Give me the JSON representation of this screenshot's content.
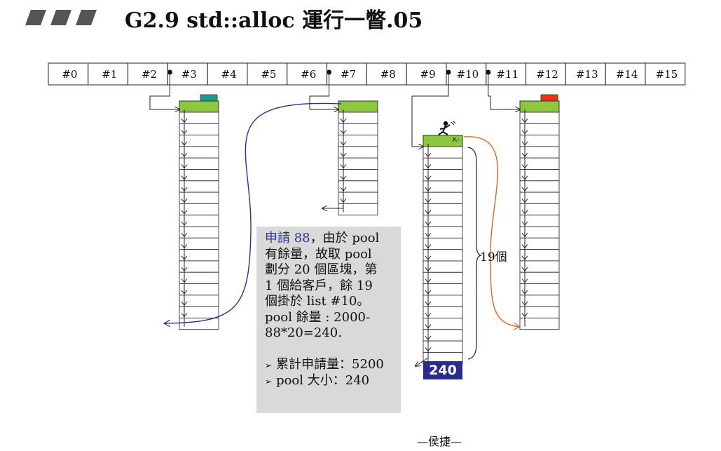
{
  "header": {
    "title": "G2.9 std::alloc 運行一瞥.05",
    "decoration_icon": "slanted-bars-icon"
  },
  "free_list": {
    "slots": [
      "#0",
      "#1",
      "#2",
      "#3",
      "#4",
      "#5",
      "#6",
      "#7",
      "#8",
      "#9",
      "#10",
      "#11",
      "#12",
      "#13",
      "#14",
      "#15"
    ],
    "linked_slots": [
      "#3",
      "#7",
      "#10",
      "#11"
    ]
  },
  "pool": {
    "remaining_label": "240",
    "group_label": "19個"
  },
  "note": {
    "line1_blue": "申請 88",
    "line1_rest": "，由於 pool",
    "line2": "有餘量，故取 pool",
    "line3": "劃分 20 個區塊，第",
    "line4": "1 個給客戶，餘 19",
    "line5": "個掛於 list #10。",
    "line6": "pool 餘量 : 2000-",
    "line7": "88*20=240.",
    "bullet1": "累計申請量：5200",
    "bullet2": "pool 大小：240"
  },
  "footer": "—侯捷—",
  "colors": {
    "green_block": "#8dc63f",
    "teal_marker": "#1e9a8c",
    "red_marker": "#e8321c",
    "blue_curve": "#2e2e8c",
    "orange_curve": "#e2632a",
    "badge": "#2b2b8f",
    "note_bg": "#d9d9d9"
  }
}
